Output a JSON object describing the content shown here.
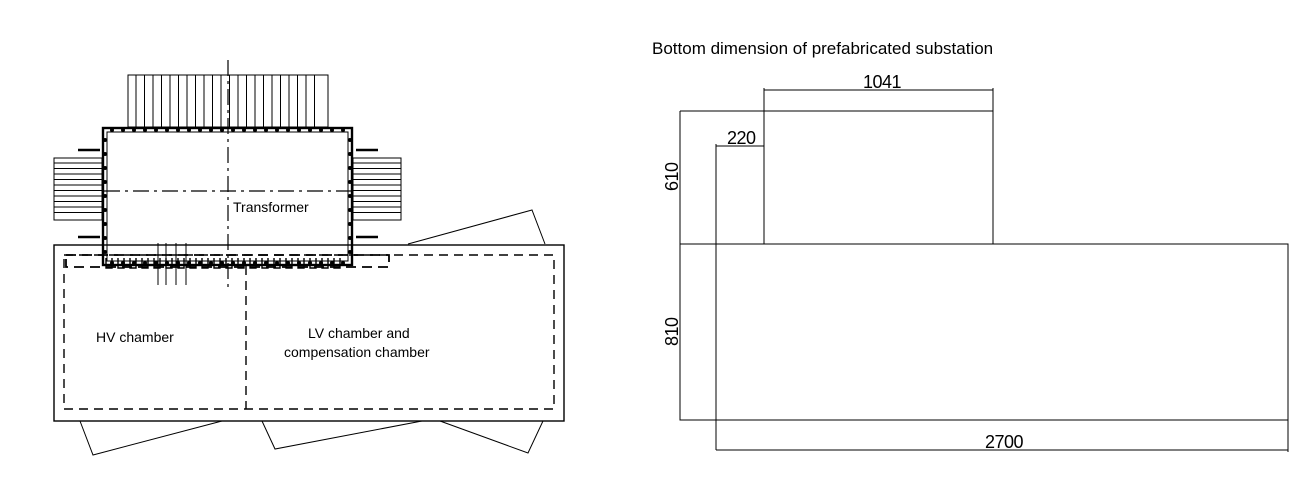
{
  "left_diagram": {
    "transformer_label": "Transformer",
    "hv_chamber_label": "HV chamber",
    "lv_chamber_label_line1": "LV chamber and",
    "lv_chamber_label_line2": "compensation chamber"
  },
  "right_diagram": {
    "title": "Bottom dimension of prefabricated substation",
    "dimensions": {
      "transformer_width": "1041",
      "offset": "220",
      "upper_height": "610",
      "lower_height": "810",
      "total_length": "2700"
    }
  }
}
